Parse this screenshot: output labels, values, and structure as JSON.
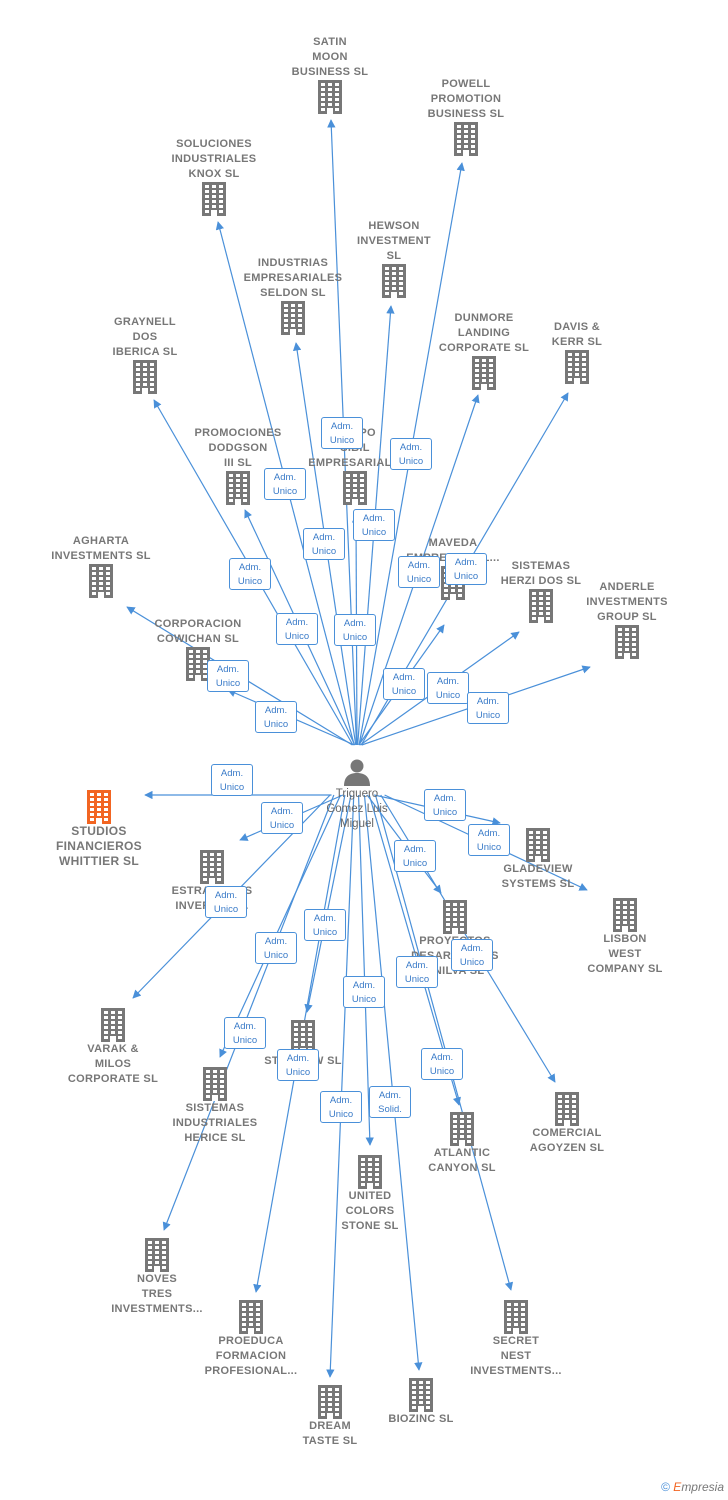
{
  "center": {
    "name": "Triguero\nGomez Luis\nMiguel",
    "icon": "person-icon"
  },
  "colors": {
    "edge": "#4a90d9",
    "building": "#777777",
    "highlight": "#f26522"
  },
  "footer": {
    "copyright": "©",
    "brand": "mpresia",
    "brand_initial": "E"
  },
  "nodes": [
    {
      "id": "satin",
      "label": "SATIN\nMOON\nBUSINESS SL",
      "role": "Adm.\nUnico"
    },
    {
      "id": "powell",
      "label": "POWELL\nPROMOTION\nBUSINESS  SL",
      "role": "Adm.\nUnico"
    },
    {
      "id": "soluciones",
      "label": "SOLUCIONES\nINDUSTRIALES\nKNOX SL",
      "role": "Adm.\nUnico"
    },
    {
      "id": "hewson",
      "label": "HEWSON\nINVESTMENT\nSL",
      "role": "Adm.\nUnico"
    },
    {
      "id": "industrias",
      "label": "INDUSTRIAS\nEMPRESARIALES\nSELDON SL",
      "role": "Adm.\nUnico"
    },
    {
      "id": "dunmore",
      "label": "DUNMORE\nLANDING\nCORPORATE SL",
      "role": "Adm.\nUnico"
    },
    {
      "id": "davis",
      "label": "DAVIS &\nKERR SL",
      "role": "Adm.\nUnico"
    },
    {
      "id": "graynell",
      "label": "GRAYNELL\nDOS\nIBERICA  SL",
      "role": "Adm.\nUnico"
    },
    {
      "id": "promociones",
      "label": "PROMOCIONES\nDODGSON\nIII SL",
      "role": "Adm.\nUnico"
    },
    {
      "id": "grupo",
      "label": "GRUPO\nSIBIL\nEMPRESARIAL...",
      "role": "Adm.\nUnico"
    },
    {
      "id": "maveda",
      "label": "MAVEDA\nEMPRESARIAL...",
      "role": "Adm.\nUnico"
    },
    {
      "id": "agharta",
      "label": "AGHARTA\nINVESTMENTS SL",
      "role": "Adm.\nUnico"
    },
    {
      "id": "sistemasherzi",
      "label": "SISTEMAS\nHERZI DOS SL",
      "role": "Adm.\nUnico"
    },
    {
      "id": "anderle",
      "label": "ANDERLE\nINVESTMENTS\nGROUP SL",
      "role": "Adm.\nUnico"
    },
    {
      "id": "corporacion",
      "label": "CORPORACION\nCOWICHAN SL",
      "role": "Adm.\nUnico"
    },
    {
      "id": "studios",
      "label": "STUDIOS\nFINANCIEROS\nWHITTIER  SL",
      "role": "Adm.\nUnico",
      "highlight": true
    },
    {
      "id": "estrategias",
      "label": "ESTRATEGIAS\nINVERSION...",
      "role": "Adm.\nUnico"
    },
    {
      "id": "gladeview",
      "label": "GLADEVIEW\nSYSTEMS  SL",
      "role": "Adm.\nUnico"
    },
    {
      "id": "lisbon",
      "label": "LISBON\nWEST\nCOMPANY  SL",
      "role": "Adm.\nUnico"
    },
    {
      "id": "proyectos",
      "label": "PROYECTOS\nDESARROLLOS\nANILVA SL",
      "role": "Adm.\nUnico"
    },
    {
      "id": "varak",
      "label": "VARAK &\nMILOS\nCORPORATE SL",
      "role": "Adm.\nUnico"
    },
    {
      "id": "starview",
      "label": "STARVIEW SL",
      "role": "Adm.\nUnico"
    },
    {
      "id": "sistemasherice",
      "label": "SISTEMAS\nINDUSTRIALES\nHERICE  SL",
      "role": "Adm.\nUnico"
    },
    {
      "id": "comercial",
      "label": "COMERCIAL\nAGOYZEN SL",
      "role": "Adm.\nUnico"
    },
    {
      "id": "atlantic",
      "label": "ATLANTIC\nCANYON SL",
      "role": "Adm.\nUnico"
    },
    {
      "id": "united",
      "label": "UNITED\nCOLORS\nSTONE SL",
      "role": "Adm.\nUnico"
    },
    {
      "id": "noves",
      "label": "NOVES\nTRES\nINVESTMENTS...",
      "role": "Adm.\nUnico"
    },
    {
      "id": "secret",
      "label": "SECRET\nNEST\nINVESTMENTS...",
      "role": "Adm.\nUnico"
    },
    {
      "id": "proeduca",
      "label": "PROEDUCA\nFORMACION\nPROFESIONAL...",
      "role": "Adm.\nUnico"
    },
    {
      "id": "biozinc",
      "label": "BIOZINC SL",
      "role": "Adm.\nSolid."
    },
    {
      "id": "dream",
      "label": "DREAM\nTASTE SL",
      "role": "Adm.\nUnico"
    }
  ]
}
